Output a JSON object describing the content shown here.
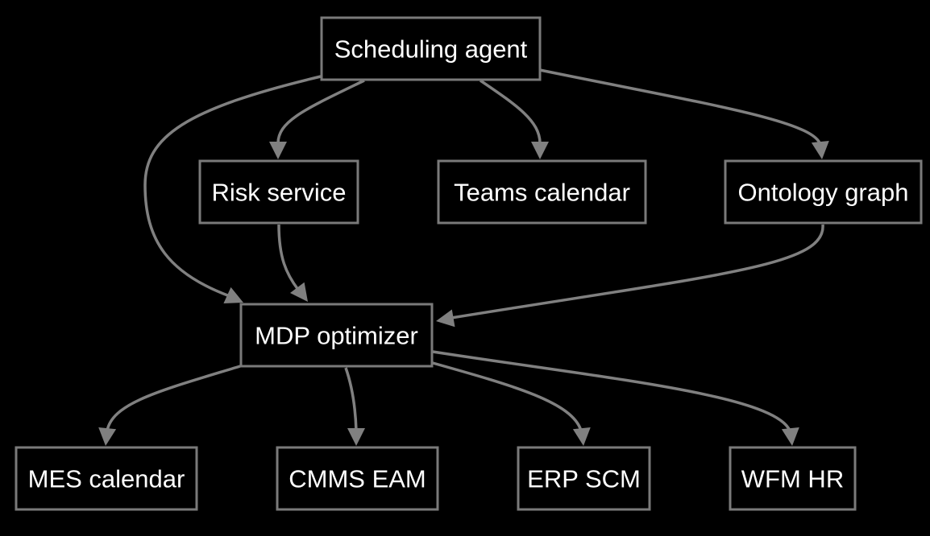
{
  "diagram": {
    "nodes": [
      {
        "id": "scheduling-agent",
        "label": "Scheduling agent"
      },
      {
        "id": "risk-service",
        "label": "Risk service"
      },
      {
        "id": "teams-calendar",
        "label": "Teams calendar"
      },
      {
        "id": "ontology-graph",
        "label": "Ontology graph"
      },
      {
        "id": "mdp-optimizer",
        "label": "MDP optimizer"
      },
      {
        "id": "mes-calendar",
        "label": "MES calendar"
      },
      {
        "id": "cmms-eam",
        "label": "CMMS EAM"
      },
      {
        "id": "erp-scm",
        "label": "ERP SCM"
      },
      {
        "id": "wfm-hr",
        "label": "WFM HR"
      }
    ],
    "edges": [
      {
        "from": "scheduling-agent",
        "to": "risk-service"
      },
      {
        "from": "scheduling-agent",
        "to": "teams-calendar"
      },
      {
        "from": "scheduling-agent",
        "to": "ontology-graph"
      },
      {
        "from": "scheduling-agent",
        "to": "mdp-optimizer"
      },
      {
        "from": "risk-service",
        "to": "mdp-optimizer"
      },
      {
        "from": "ontology-graph",
        "to": "mdp-optimizer"
      },
      {
        "from": "mdp-optimizer",
        "to": "mes-calendar"
      },
      {
        "from": "mdp-optimizer",
        "to": "cmms-eam"
      },
      {
        "from": "mdp-optimizer",
        "to": "erp-scm"
      },
      {
        "from": "mdp-optimizer",
        "to": "wfm-hr"
      }
    ],
    "colors": {
      "background": "#000000",
      "node_border": "#7a7a7a",
      "node_text": "#ffffff",
      "edge": "#808080"
    }
  }
}
